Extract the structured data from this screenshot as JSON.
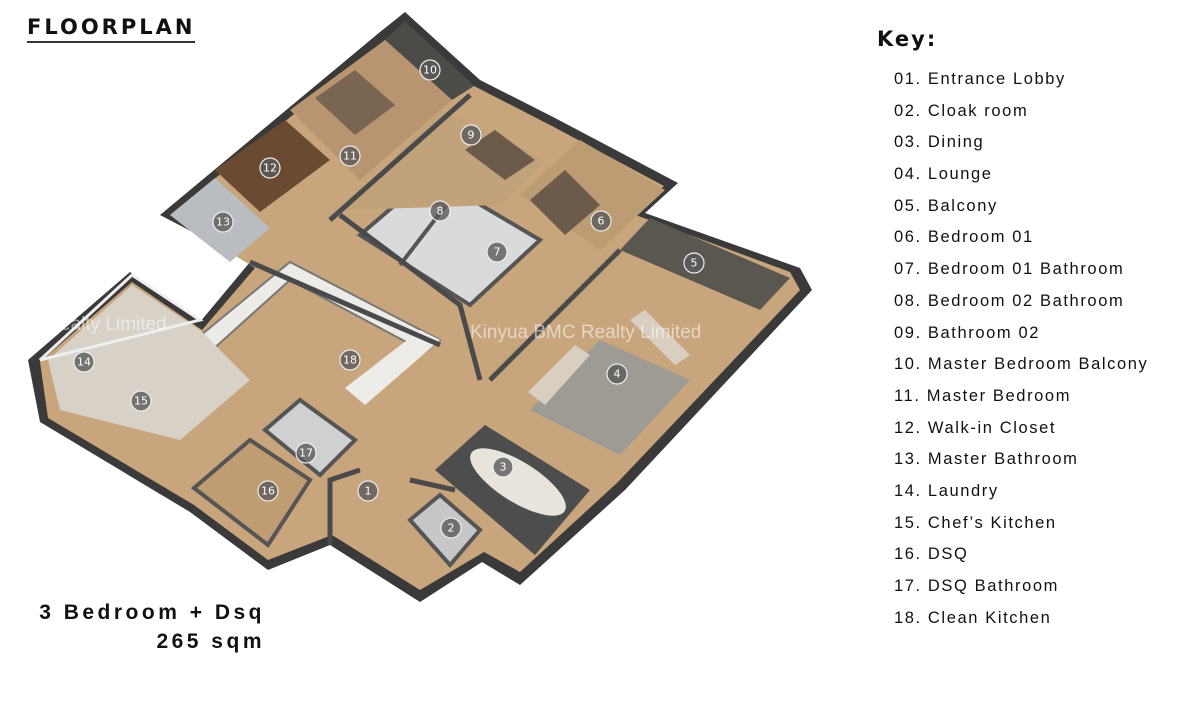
{
  "header": {
    "title": "FLOORPLAN"
  },
  "key": {
    "title": "Key:",
    "items": [
      "01. Entrance Lobby",
      "02. Cloak room",
      "03. Dining",
      "04. Lounge",
      "05. Balcony",
      "06. Bedroom 01",
      "07. Bedroom 01 Bathroom",
      "08. Bedroom 02 Bathroom",
      "09. Bathroom 02",
      "10. Master Bedroom Balcony",
      "11. Master Bedroom",
      "12. Walk-in Closet",
      "13. Master Bathroom",
      "14. Laundry",
      "15. Chef’s Kitchen",
      "16. DSQ",
      "17. DSQ Bathroom",
      "18. Clean Kitchen"
    ]
  },
  "summary": {
    "type": "3 Bedroom + Dsq",
    "area": "265 sqm"
  },
  "watermark": {
    "text": "Kinyua BMC Realty Limited",
    "partial_text": "ealty Limited"
  },
  "plan": {
    "markers": [
      "1",
      "2",
      "3",
      "4",
      "5",
      "6",
      "7",
      "8",
      "9",
      "10",
      "11",
      "12",
      "13",
      "14",
      "15",
      "16",
      "17",
      "18"
    ]
  }
}
